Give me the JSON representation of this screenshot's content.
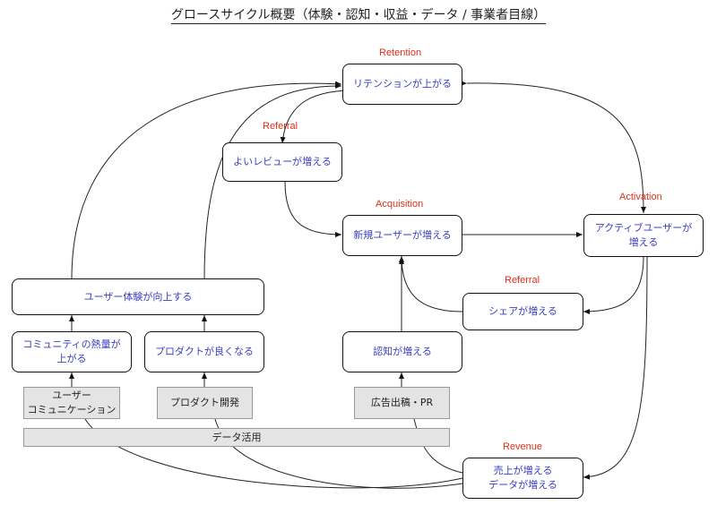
{
  "title": "グロースサイクル概要（体験・認知・収益・データ / 事業者目線）",
  "nodes": {
    "retention": "リテンションが上がる",
    "reviews": "よいレビューが増える",
    "acquisition": "新規ユーザーが増える",
    "activation": "アクティブユーザーが増える",
    "share": "シェアが増える",
    "ux_improves": "ユーザー体験が向上する",
    "community": "コミュニティの熱量が上がる",
    "product_better": "プロダクトが良くなる",
    "awareness": "認知が増える",
    "revenue": "売上が増える\nデータが増える"
  },
  "sources": {
    "user_comm": "ユーザー\nコミュニケーション",
    "product_dev": "プロダクト開発",
    "ads_pr": "広告出稿・PR",
    "data_use": "データ活用"
  },
  "stage_labels": {
    "retention": "Retention",
    "referral_top": "Referral",
    "acquisition": "Acquisition",
    "activation": "Activation",
    "referral_bottom": "Referral",
    "revenue": "Revenue"
  },
  "colors": {
    "node_text": "#3a3ec0",
    "stage_label": "#e0301a",
    "source_fill": "#e4e4e4"
  }
}
